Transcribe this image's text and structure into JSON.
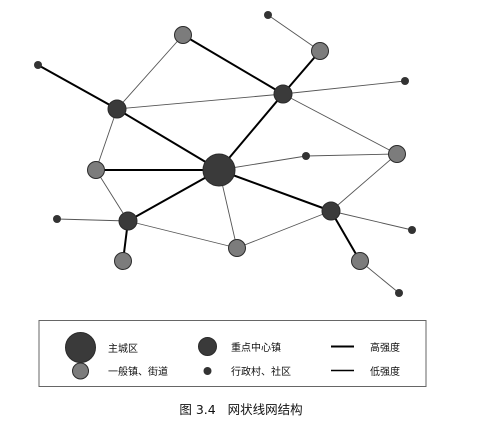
{
  "figure": {
    "caption": "图 3.4   网状线网结构"
  },
  "legend": {
    "items": [
      {
        "id": "main-city",
        "label": "主城区"
      },
      {
        "id": "key-town",
        "label": "重点中心镇"
      },
      {
        "id": "high-strength",
        "label": "高强度"
      },
      {
        "id": "general-town",
        "label": "一般镇、街道"
      },
      {
        "id": "village",
        "label": "行政村、社区"
      },
      {
        "id": "low-strength",
        "label": "低强度"
      }
    ]
  },
  "network": {
    "node_types": [
      "main-city",
      "key-town",
      "general-town",
      "village"
    ],
    "nodes": [
      {
        "id": "main",
        "type": "main-city"
      },
      {
        "id": "k-nw",
        "type": "key-town"
      },
      {
        "id": "k-ne",
        "type": "key-town"
      },
      {
        "id": "k-w",
        "type": "key-town"
      },
      {
        "id": "k-e",
        "type": "key-town"
      },
      {
        "id": "g-n",
        "type": "general-town"
      },
      {
        "id": "g-ne",
        "type": "general-town"
      },
      {
        "id": "g-w",
        "type": "general-town"
      },
      {
        "id": "g-sw",
        "type": "general-town"
      },
      {
        "id": "g-s",
        "type": "general-town"
      },
      {
        "id": "g-se",
        "type": "general-town"
      },
      {
        "id": "g-e",
        "type": "general-town"
      },
      {
        "id": "v-nw",
        "type": "village"
      },
      {
        "id": "v-ne",
        "type": "village"
      },
      {
        "id": "v-n",
        "type": "village"
      },
      {
        "id": "v-c",
        "type": "village"
      },
      {
        "id": "v-w",
        "type": "village"
      },
      {
        "id": "v-se",
        "type": "village"
      },
      {
        "id": "v-e",
        "type": "village"
      }
    ],
    "edges": [
      {
        "from": "v-nw",
        "to": "k-nw",
        "strength": "high"
      },
      {
        "from": "k-nw",
        "to": "main",
        "strength": "high"
      },
      {
        "from": "g-n",
        "to": "k-ne",
        "strength": "high"
      },
      {
        "from": "k-ne",
        "to": "g-ne",
        "strength": "high"
      },
      {
        "from": "k-ne",
        "to": "main",
        "strength": "high"
      },
      {
        "from": "g-w",
        "to": "main",
        "strength": "high"
      },
      {
        "from": "main",
        "to": "k-w",
        "strength": "high"
      },
      {
        "from": "k-w",
        "to": "g-sw",
        "strength": "high"
      },
      {
        "from": "main",
        "to": "k-e",
        "strength": "high"
      },
      {
        "from": "k-e",
        "to": "g-se",
        "strength": "high"
      },
      {
        "from": "v-w",
        "to": "k-w",
        "strength": "low"
      },
      {
        "from": "g-n",
        "to": "k-nw",
        "strength": "low"
      },
      {
        "from": "v-n",
        "to": "g-ne",
        "strength": "low"
      },
      {
        "from": "k-nw",
        "to": "k-ne",
        "strength": "low"
      },
      {
        "from": "k-ne",
        "to": "v-ne",
        "strength": "low"
      },
      {
        "from": "k-ne",
        "to": "g-e",
        "strength": "low"
      },
      {
        "from": "k-nw",
        "to": "g-w",
        "strength": "low"
      },
      {
        "from": "g-w",
        "to": "k-w",
        "strength": "low"
      },
      {
        "from": "main",
        "to": "v-c",
        "strength": "low"
      },
      {
        "from": "v-c",
        "to": "g-e",
        "strength": "low"
      },
      {
        "from": "g-e",
        "to": "k-e",
        "strength": "low"
      },
      {
        "from": "main",
        "to": "g-s",
        "strength": "low"
      },
      {
        "from": "k-w",
        "to": "g-s",
        "strength": "low"
      },
      {
        "from": "g-s",
        "to": "k-e",
        "strength": "low"
      },
      {
        "from": "k-e",
        "to": "v-e",
        "strength": "low"
      },
      {
        "from": "g-se",
        "to": "v-se",
        "strength": "low"
      }
    ]
  },
  "colors": {
    "main_city": "#3a3a3a",
    "key_town": "#3a3a3a",
    "general_town": "#7c7c7c",
    "village": "#333333",
    "high_line": "#000000",
    "low_line": "#555555",
    "node_outline": "#2a2a2a",
    "legend_border": "#666666",
    "text": "#111111"
  }
}
